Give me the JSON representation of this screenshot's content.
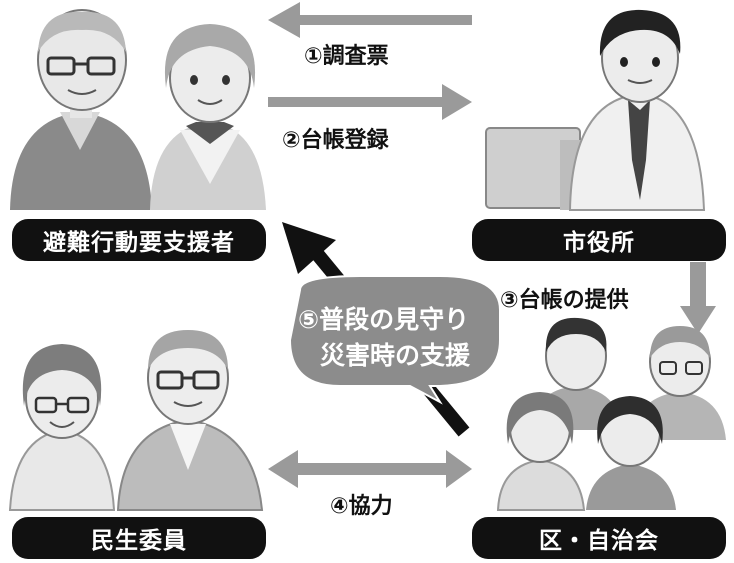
{
  "actors": {
    "supporters": "避難行動要支援者",
    "city_office": "市役所",
    "welfare_commissioner": "民生委員",
    "community": "区・自治会"
  },
  "steps": {
    "step1": "①調査票",
    "step2": "②台帳登録",
    "step3": "③台帳の提供",
    "step4": "④協力",
    "step5_line1": "⑤普段の見守り",
    "step5_line2": "災害時の支援"
  },
  "colors": {
    "pill_bg": "#111111",
    "arrow_gray": "#9a9a9a",
    "bubble_gray": "#8c8c8c"
  }
}
